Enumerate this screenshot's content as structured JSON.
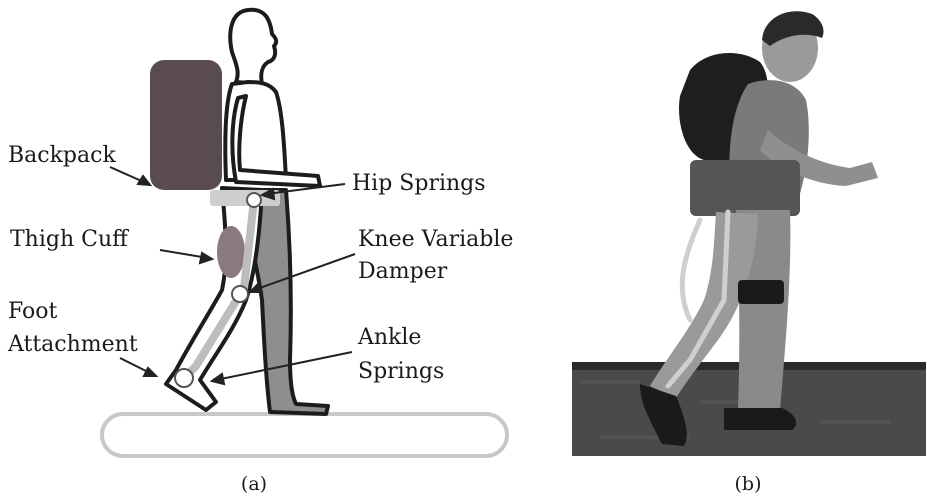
{
  "panel_a": {
    "labels": {
      "backpack": "Backpack",
      "thigh_cuff": "Thigh Cuff",
      "foot_attachment_line1": "Foot",
      "foot_attachment_line2": "Attachment",
      "hip_springs": "Hip Springs",
      "knee_damper_line1": "Knee Variable",
      "knee_damper_line2": "Damper",
      "ankle_springs_line1": "Ankle",
      "ankle_springs_line2": "Springs"
    },
    "caption": "(a)"
  },
  "panel_b": {
    "caption": "(b)",
    "photo_description_icon": "photo-exoskeleton-walker"
  },
  "colors": {
    "backpack": "#5a4a52",
    "body_outline": "#222222",
    "exo_frame": "#bfbfbf",
    "cuff": "#8a7a80",
    "treadmill": "#d0d0d0"
  }
}
